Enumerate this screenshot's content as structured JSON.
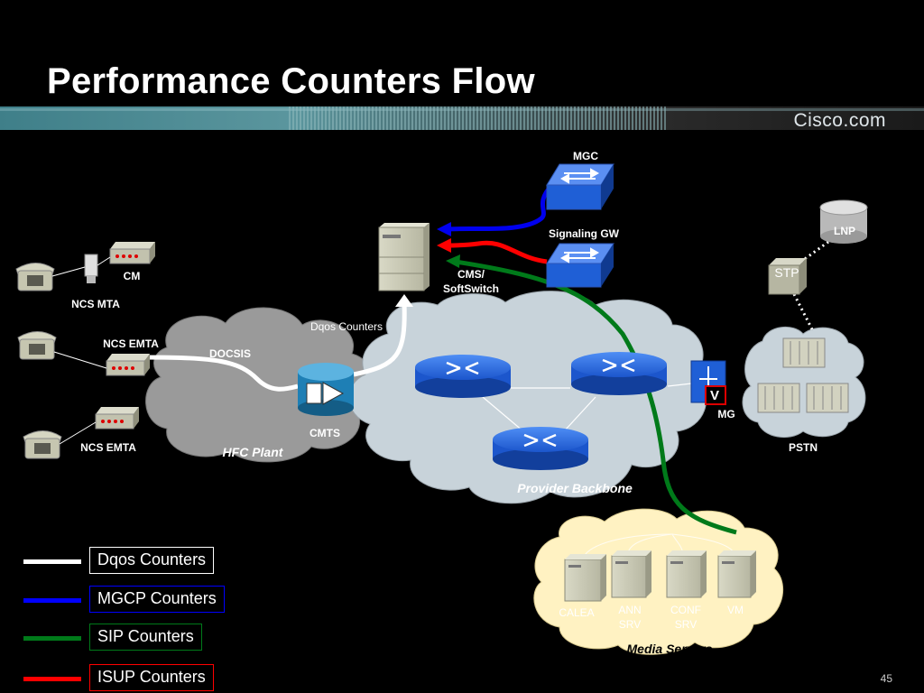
{
  "slide": {
    "title": "Performance Counters Flow",
    "brand": "Cisco.com",
    "page_number": "45"
  },
  "diagram": {
    "labels": {
      "mgc": "MGC",
      "signaling_gw": "Signaling GW",
      "cms_line1": "CMS/",
      "cms_line2": "SoftSwitch",
      "lnp": "LNP",
      "stp": "STP",
      "cm": "CM",
      "ncs_mta": "NCS MTA",
      "ncs_emta_1": "NCS EMTA",
      "ncs_emta_2": "NCS EMTA",
      "dqos_counters": "Dqos Counters",
      "docsis": "DOCSIS",
      "cmts": "CMTS",
      "hfc_plant": "HFC Plant",
      "provider_backbone": "Provider Backbone",
      "mg": "MG",
      "mg_badge": "V",
      "pstn": "PSTN",
      "calea": "CALEA",
      "ann_line1": "ANN",
      "ann_line2": "SRV",
      "conf_line1": "CONF",
      "conf_line2": "SRV",
      "vm": "VM",
      "media_servers": "Media Servers"
    }
  },
  "legend": [
    {
      "label": "Dqos Counters",
      "color": "#ffffff"
    },
    {
      "label": "MGCP Counters",
      "color": "#0000ff"
    },
    {
      "label": "SIP Counters",
      "color": "#007a1a"
    },
    {
      "label": "ISUP Counters",
      "color": "#ff0000"
    }
  ],
  "colors": {
    "background": "#000000",
    "header_bar": "#4f8a93",
    "cloud_hfc": "#9a9a9a",
    "cloud_backbone": "#c8d3da",
    "cloud_media": "#fff2c2",
    "router_blue": "#1f5fd6",
    "device_beige": "#c6c6b0"
  },
  "icons": {
    "router": "router-icon",
    "switch": "switch-icon",
    "server": "server-icon",
    "phone": "phone-icon",
    "modem": "cable-modem-icon",
    "database": "database-icon",
    "cmts": "cmts-icon",
    "mg": "media-gateway-icon"
  }
}
